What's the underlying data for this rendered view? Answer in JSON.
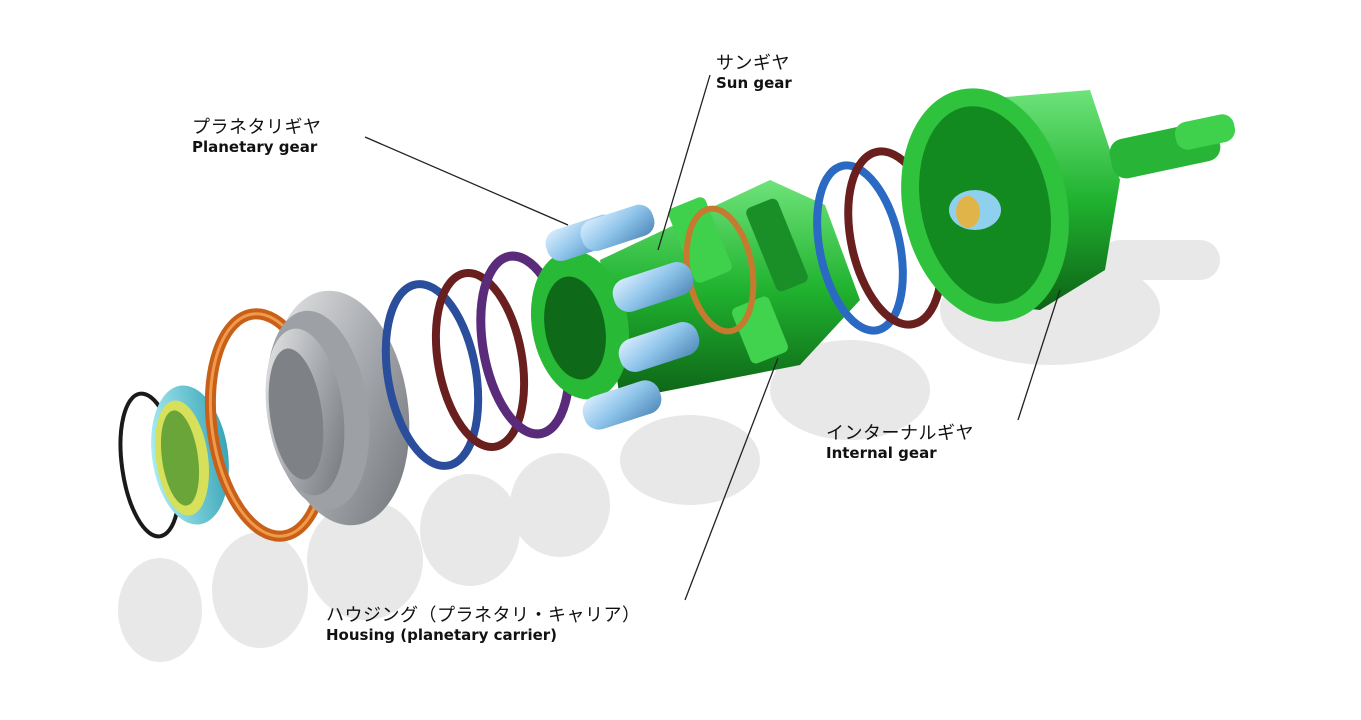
{
  "labels": {
    "sun_gear": {
      "jp": "サンギヤ",
      "en": "Sun gear"
    },
    "planetary_gear": {
      "jp": "プラネタリギヤ",
      "en": "Planetary gear"
    },
    "internal_gear": {
      "jp": "インターナルギヤ",
      "en": "Internal gear"
    },
    "housing": {
      "jp": "ハウジング（プラネタリ・キャリア）",
      "en": "Housing (planetary carrier)"
    }
  },
  "colors": {
    "green": "#1fae2e",
    "green_dark": "#0f6e18",
    "green_light": "#5fe06a",
    "orange": "#d0661a",
    "blue": "#2a4d9c",
    "maroon": "#6a1f1f",
    "purple": "#5a2b7a",
    "cyan": "#5cc7d6",
    "silver": "#b9bcc0",
    "gear_blue": "#8ec4ea",
    "shadow": "#e4e4e4"
  }
}
